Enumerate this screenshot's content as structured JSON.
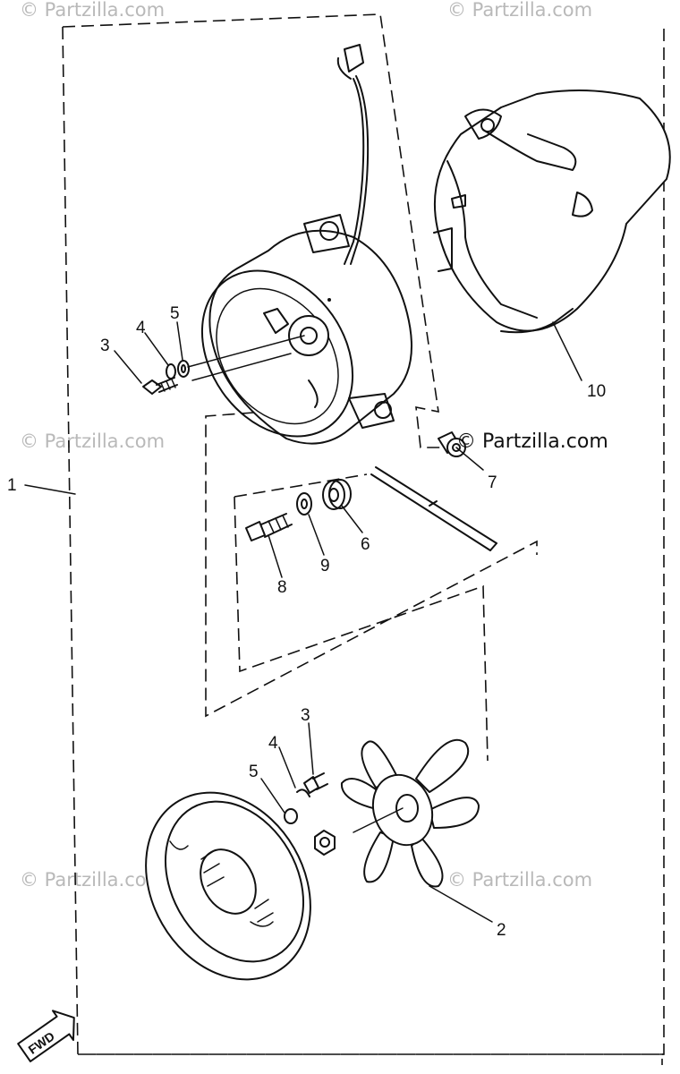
{
  "callouts": {
    "c1": "1",
    "c2": "2",
    "c3a": "3",
    "c3b": "3",
    "c4a": "4",
    "c4b": "4",
    "c5a": "5",
    "c5b": "5",
    "c6": "6",
    "c7": "7",
    "c8": "8",
    "c9": "9",
    "c10": "10"
  },
  "watermarks": {
    "main": "© Partzilla.com",
    "top_left": "© Partzilla.com",
    "top_right": "© Partzilla.com",
    "mid_left": "© Partzilla.com",
    "bottom_left": "© Partzilla.com",
    "bottom_right": "© Partzilla.com"
  },
  "direction_tag": "FWD"
}
